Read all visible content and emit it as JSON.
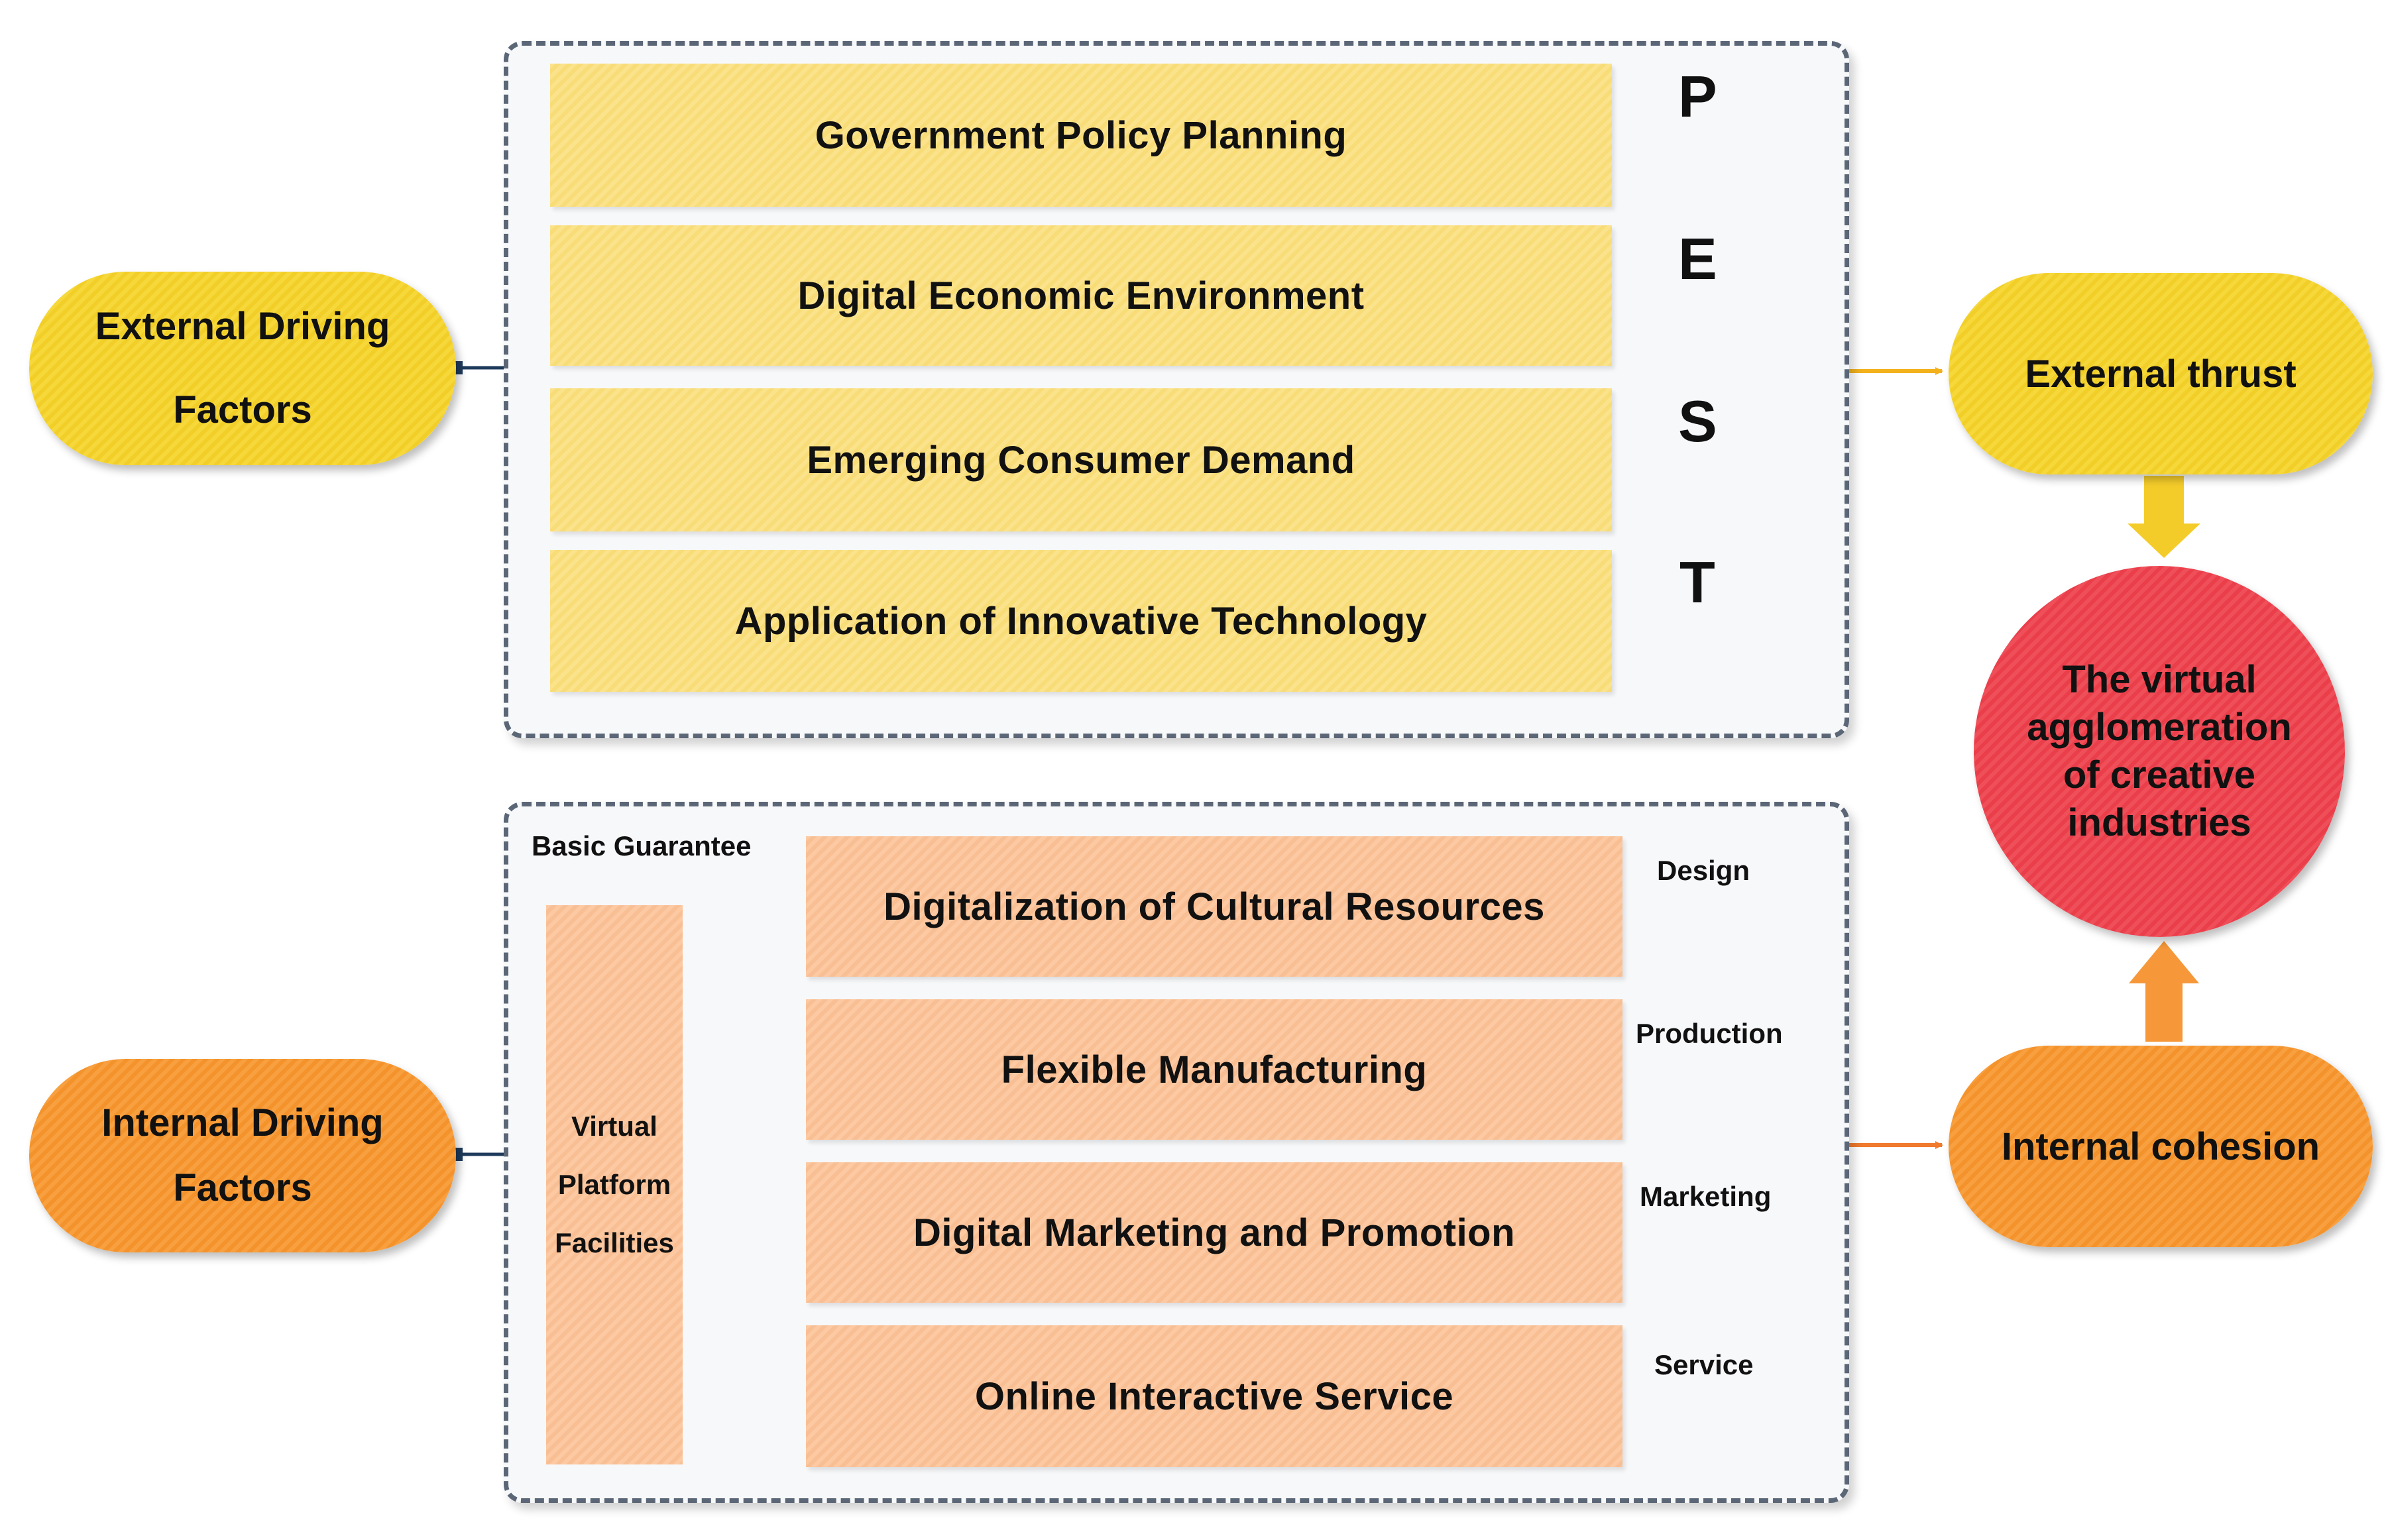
{
  "external_section": {
    "driver_label_line1": "External Driving",
    "driver_label_line2": "Factors",
    "factors": [
      {
        "letter": "P",
        "label": "Government Policy Planning"
      },
      {
        "letter": "E",
        "label": "Digital Economic Environment"
      },
      {
        "letter": "S",
        "label": "Emerging Consumer Demand"
      },
      {
        "letter": "T",
        "label": "Application of Innovative Technology"
      }
    ],
    "result_label": "External thrust"
  },
  "internal_section": {
    "driver_label_line1": "Internal Driving",
    "driver_label_line2": "Factors",
    "basic_guarantee_label": "Basic Guarantee",
    "platform_lines": [
      "Virtual",
      "Platform",
      "Facilities"
    ],
    "stages": [
      {
        "tag": "Design",
        "label": "Digitalization of Cultural Resources"
      },
      {
        "tag": "Production",
        "label": "Flexible Manufacturing"
      },
      {
        "tag": "Marketing",
        "label": "Digital Marketing and Promotion"
      },
      {
        "tag": "Service",
        "label": "Online Interactive Service"
      }
    ],
    "result_label": "Internal cohesion"
  },
  "outcome": {
    "lines": [
      "The virtual",
      "agglomeration",
      "of creative",
      "industries"
    ]
  },
  "colors": {
    "yellow_box": "#fbe38c",
    "orange_box": "#fcc9a2",
    "yellow_pill": "#f4d32f",
    "orange_pill": "#f69835",
    "red_circle": "#ec4652",
    "dashed_yellow": "#f3b21d",
    "dashed_orange": "#f07a2e",
    "panel_border": "#5b6676"
  }
}
